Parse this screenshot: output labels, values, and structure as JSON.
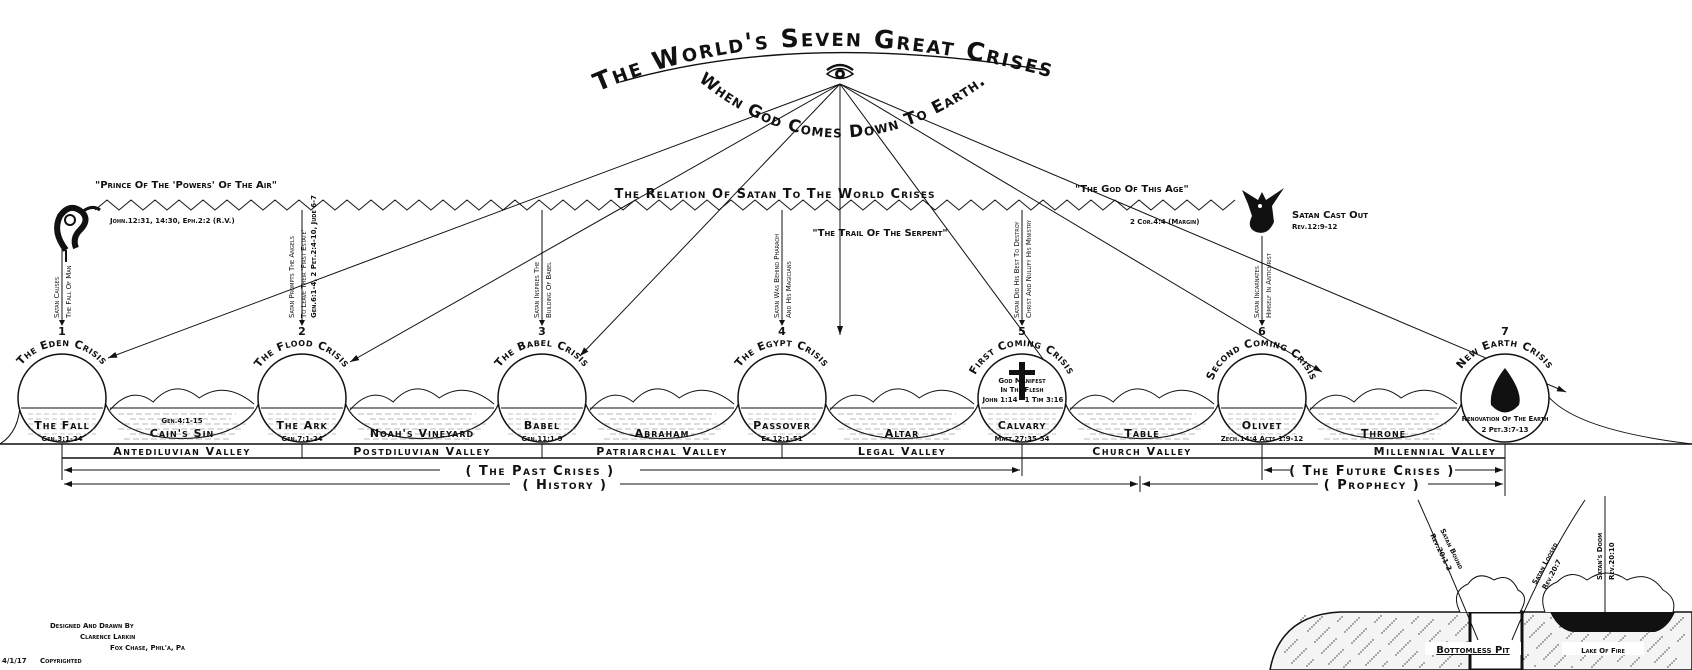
{
  "title": "The World's Seven Great Crises",
  "subtitle": "When God Comes Down To Earth.",
  "satan_relation": {
    "heading": "The Relation Of Satan To The World Crises",
    "trail": "\"The Trail Of The Serpent\"",
    "prince": "\"Prince Of The 'Powers' Of The Air\"",
    "prince_ref": "John.12:31, 14:30, Eph.2:2 (R.V.)",
    "god_of_age": "\"The God Of This Age\"",
    "god_of_age_ref": "2 Cor.4:4 (Margin)",
    "cast_out": "Satan Cast Out",
    "cast_out_ref": "Rev.12:9-12"
  },
  "crises": [
    {
      "number": "1",
      "title": "The Eden Crisis",
      "scene": "The Fall",
      "ref": "Gen.3:1-24",
      "satan": [
        "Satan Causes",
        "The Fall Of Man"
      ]
    },
    {
      "number": "2",
      "title": "The Flood Crisis",
      "scene": "The Ark",
      "ref": "Gen.7:1-24",
      "satan": [
        "Satan Prompts The Angels",
        "To Leave Their 'First Estate'",
        "Gen.6:1-4, 2 Pet.2:4-10, Jude 6-7"
      ]
    },
    {
      "number": "3",
      "title": "The Babel Crisis",
      "scene": "Babel",
      "ref": "Gen.11:1-9",
      "satan": [
        "Satan Inspires The",
        "Building Of Babel"
      ]
    },
    {
      "number": "4",
      "title": "The Egypt Crisis",
      "scene": "Passover",
      "ref": "Ex.12:1-51",
      "satan": [
        "Satan Was Behind Pharaoh",
        "And His Magicians"
      ]
    },
    {
      "number": "5",
      "title": "First Coming Crisis",
      "scene": "Calvary",
      "ref": "Matt.27:35-54",
      "extra": [
        "God Manifest",
        "In The Flesh",
        "John 1:14",
        "1 Tim 3:16"
      ],
      "satan": [
        "Satan Did His Best To Destroy",
        "Christ And Nullify His Ministry"
      ]
    },
    {
      "number": "6",
      "title": "Second Coming Crisis",
      "scene": "Olivet",
      "ref": "Zech.14:4 Acts 1:9-12",
      "satan": [
        "Satan Incarnates",
        "Himself In Antichrist"
      ]
    },
    {
      "number": "7",
      "title": "New Earth Crisis",
      "scene": "Renovation Of The Earth",
      "ref": "2 Pet.3:7-13",
      "satan": []
    }
  ],
  "valley_scenes": [
    {
      "label": "Cain's Sin",
      "ref": "Gen.4:1-15"
    },
    {
      "label": "Noah's Vineyard"
    },
    {
      "label": "Abraham"
    },
    {
      "label": "Altar"
    },
    {
      "label": "Table"
    },
    {
      "label": "Throne"
    }
  ],
  "valleys": [
    "Antediluvian Valley",
    "Postdiluvian Valley",
    "Patriarchal Valley",
    "Legal Valley",
    "Church Valley",
    "Millennial Valley"
  ],
  "eras": {
    "past": "( The Past Crises )",
    "future": "( The Future Crises )",
    "history": "( History )",
    "prophecy": "( Prophecy )"
  },
  "underworld": {
    "pit": "Bottomless Pit",
    "lake": "Lake Of Fire",
    "bound": "Satan Bound",
    "bound_ref": "Rev.20:1-3",
    "loosed": "Satan Loosed",
    "loosed_ref": "Rev.20:7",
    "doom": "Satan's Doom",
    "doom_ref": "Rev.20:10"
  },
  "credits": {
    "line1": "Designed And Drawn By",
    "line2": "Clarence Larkin",
    "line3": "Fox Chase, Phil'a, Pa",
    "line4": "Copyrighted",
    "date": "4/1/17"
  }
}
